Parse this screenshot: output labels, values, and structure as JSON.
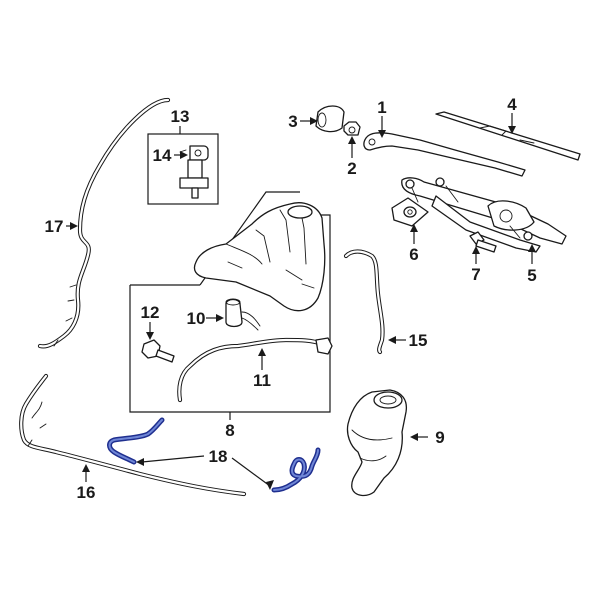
{
  "labels": {
    "l1": "1",
    "l2": "2",
    "l3": "3",
    "l4": "4",
    "l5": "5",
    "l6": "6",
    "l7": "7",
    "l8": "8",
    "l9": "9",
    "l10": "10",
    "l11": "11",
    "l12": "12",
    "l13": "13",
    "l14": "14",
    "l15": "15",
    "l16": "16",
    "l17": "17",
    "l18": "18"
  },
  "colors": {
    "line": "#1a1a1a",
    "highlight": "#1f2f8f",
    "highlight_inner": "#6f86d6",
    "background": "#ffffff"
  }
}
